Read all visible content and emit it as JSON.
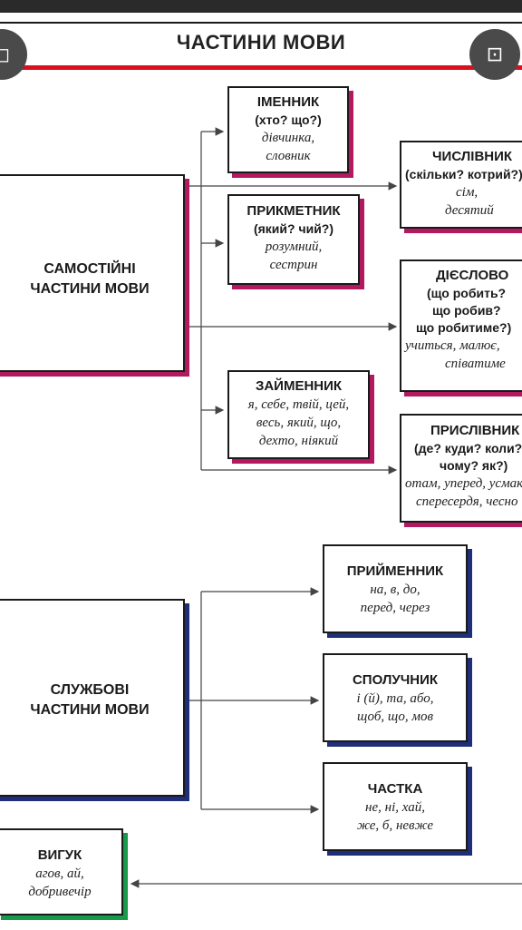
{
  "title": "ЧАСТИНИ МОВИ",
  "groups": {
    "independent": "САМОСТІЙНІ ЧАСТИНИ МОВИ",
    "auxiliary": "СЛУЖБОВІ ЧАСТИНИ МОВИ"
  },
  "nodes": {
    "noun": {
      "name": "ІМЕННИК",
      "question": "(хто? що?)",
      "examples": [
        "дівчинка,",
        "словник"
      ]
    },
    "adjective": {
      "name": "ПРИКМЕТНИК",
      "question": "(який? чий?)",
      "examples": [
        "розумний,",
        "сестрин"
      ]
    },
    "pronoun": {
      "name": "ЗАЙМЕННИК",
      "question": "",
      "examples": [
        "я, себе, твій, цей,",
        "весь, який, що,",
        "дехто, ніякий"
      ]
    },
    "numeral": {
      "name": "ЧИСЛІВНИК",
      "question": "(скільки? котрий?)",
      "examples": [
        "сім,",
        "десятий"
      ]
    },
    "verb": {
      "name": "ДІЄСЛОВО",
      "question": [
        "(що робить?",
        "що робив?",
        "що робитиме?)"
      ],
      "examples": [
        "учиться, малює,",
        "співатиме"
      ]
    },
    "adverb": {
      "name": "ПРИСЛІВНИК",
      "question": [
        "(де? куди? коли?",
        "чому? як?)"
      ],
      "examples": [
        "отам, уперед, усмак,",
        "спересердя, чесно"
      ]
    },
    "preposition": {
      "name": "ПРИЙМЕННИК",
      "examples": [
        "на, в, до,",
        "перед, через"
      ]
    },
    "conjunction": {
      "name": "СПОЛУЧНИК",
      "examples": [
        "і (й), та, або,",
        "щоб, що, мов"
      ]
    },
    "particle": {
      "name": "ЧАСТКА",
      "examples": [
        "не, ні, хай,",
        "же, б, невже"
      ]
    },
    "interjection": {
      "name": "ВИГУК",
      "examples": [
        "агов, ай,",
        "добривечір"
      ]
    }
  },
  "colors": {
    "title_rule": "#d9101f",
    "independent_shadow": "#b2195e",
    "auxiliary_shadow": "#1e2e78",
    "interjection_shadow": "#179a4a"
  },
  "icons": {
    "lens": "google-lens-icon"
  }
}
